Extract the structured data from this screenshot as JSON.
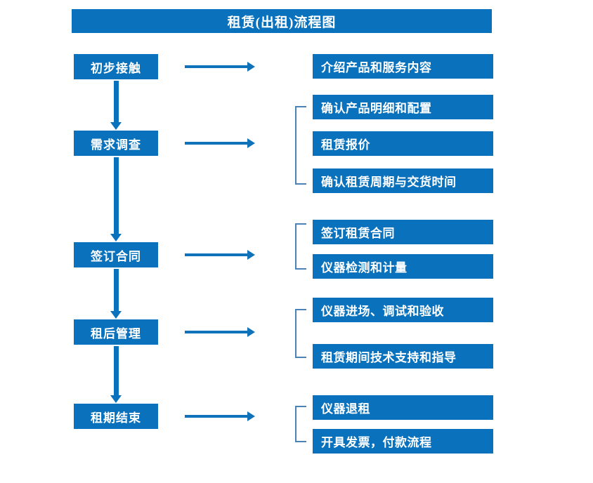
{
  "title": "租赁(出租)流程图",
  "colors": {
    "box_blue": "#0a72bd",
    "arrow_blue": "#1072b8",
    "bracket_blue": "#4b82b8",
    "text_white": "#ffffff",
    "background": "#ffffff"
  },
  "stages": [
    {
      "label": "初步接触"
    },
    {
      "label": "需求调查"
    },
    {
      "label": "签订合同"
    },
    {
      "label": "租后管理"
    },
    {
      "label": "租期结束"
    }
  ],
  "details": [
    {
      "label": "介绍产品和服务内容"
    },
    {
      "label": "确认产品明细和配置"
    },
    {
      "label": "租赁报价"
    },
    {
      "label": "确认租赁周期与交货时间"
    },
    {
      "label": "签订租赁合同"
    },
    {
      "label": "仪器检测和计量"
    },
    {
      "label": "仪器进场、调试和验收"
    },
    {
      "label": "租赁期间技术支持和指导"
    },
    {
      "label": "仪器退租"
    },
    {
      "label": "开具发票，付款流程"
    }
  ],
  "flow": {
    "stage_to_detail_arrows": 5,
    "stage_to_stage_arrows": 4,
    "group_brackets": 4
  }
}
